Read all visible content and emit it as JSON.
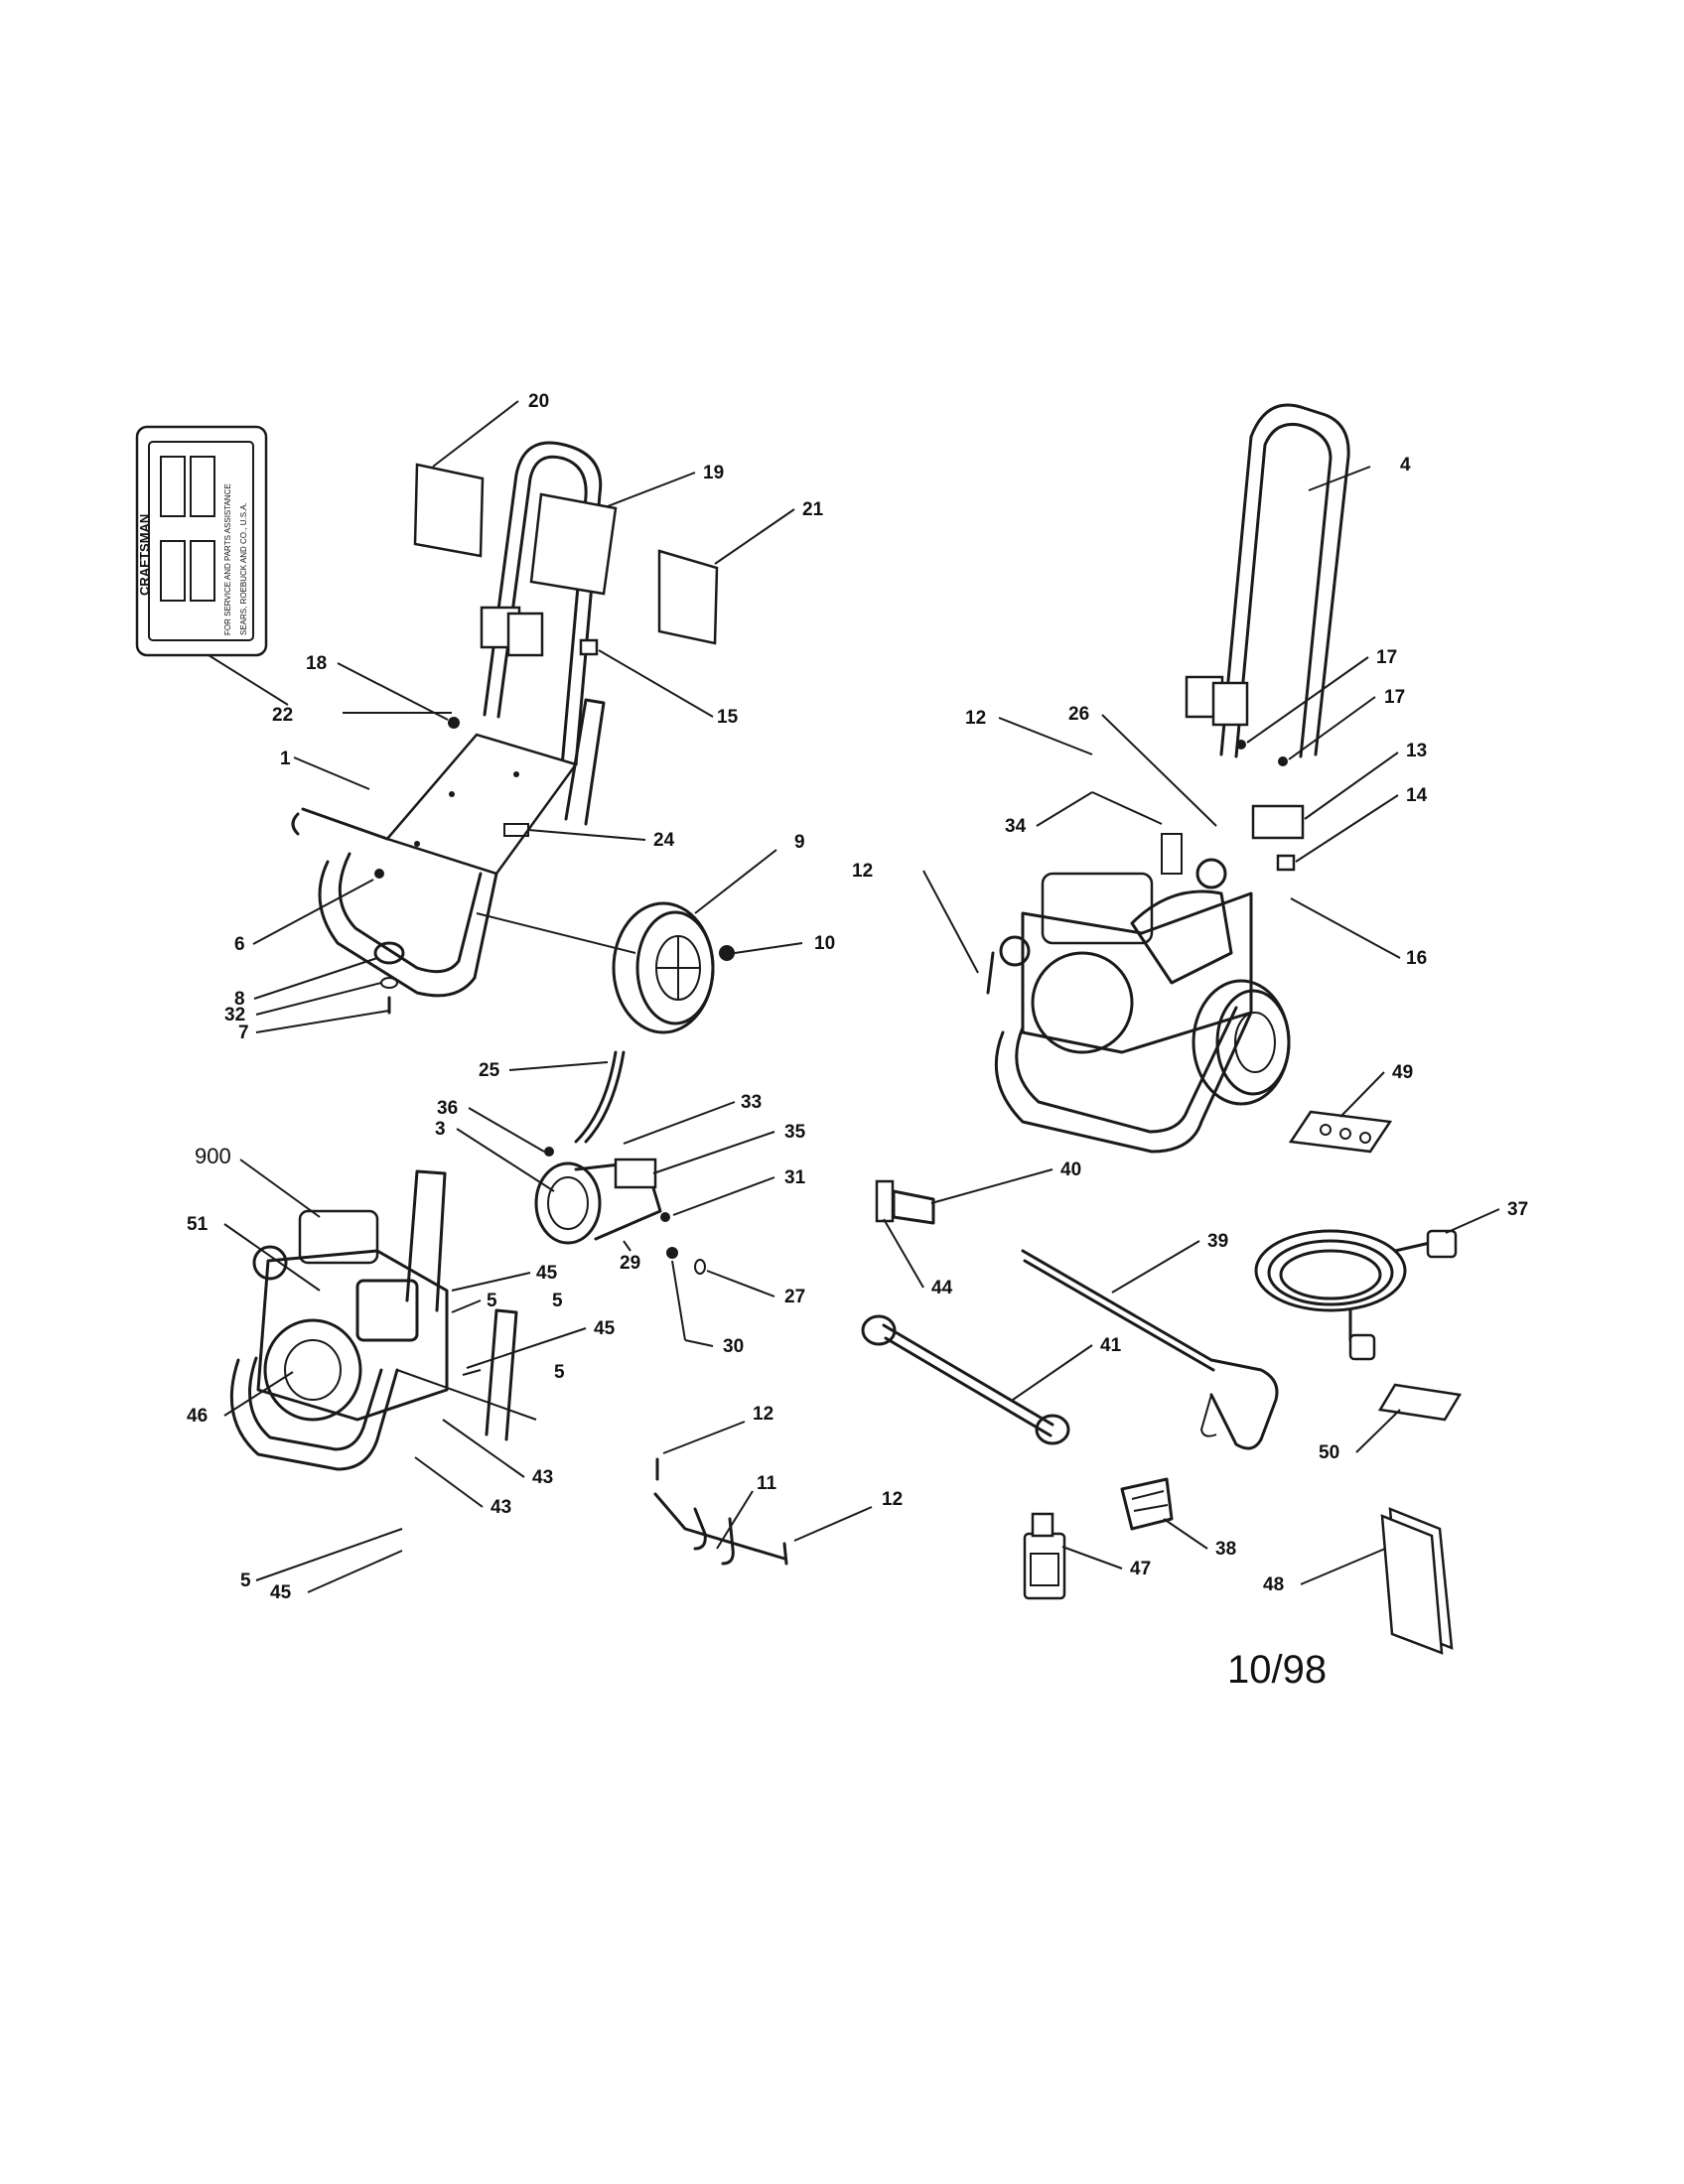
{
  "date_code": "10/98",
  "callouts": [
    {
      "label": "1"
    },
    {
      "label": "3"
    },
    {
      "label": "4"
    },
    {
      "label": "5"
    },
    {
      "label": "5"
    },
    {
      "label": "5"
    },
    {
      "label": "5"
    },
    {
      "label": "6"
    },
    {
      "label": "7"
    },
    {
      "label": "8"
    },
    {
      "label": "9"
    },
    {
      "label": "10"
    },
    {
      "label": "11"
    },
    {
      "label": "12"
    },
    {
      "label": "12"
    },
    {
      "label": "12"
    },
    {
      "label": "12"
    },
    {
      "label": "13"
    },
    {
      "label": "14"
    },
    {
      "label": "15"
    },
    {
      "label": "16"
    },
    {
      "label": "17"
    },
    {
      "label": "17"
    },
    {
      "label": "18"
    },
    {
      "label": "19"
    },
    {
      "label": "20"
    },
    {
      "label": "21"
    },
    {
      "label": "22"
    },
    {
      "label": "24"
    },
    {
      "label": "25"
    },
    {
      "label": "26"
    },
    {
      "label": "27"
    },
    {
      "label": "29"
    },
    {
      "label": "30"
    },
    {
      "label": "31"
    },
    {
      "label": "32"
    },
    {
      "label": "33"
    },
    {
      "label": "34"
    },
    {
      "label": "35"
    },
    {
      "label": "36"
    },
    {
      "label": "37"
    },
    {
      "label": "38"
    },
    {
      "label": "39"
    },
    {
      "label": "40"
    },
    {
      "label": "41"
    },
    {
      "label": "43"
    },
    {
      "label": "43"
    },
    {
      "label": "44"
    },
    {
      "label": "45"
    },
    {
      "label": "45"
    },
    {
      "label": "45"
    },
    {
      "label": "46"
    },
    {
      "label": "47"
    },
    {
      "label": "48"
    },
    {
      "label": "49"
    },
    {
      "label": "50"
    },
    {
      "label": "51"
    },
    {
      "label": "900"
    }
  ],
  "decal_22": {
    "brand": "CRAFTSMAN",
    "lines": [
      "FOR SERVICE AND PARTS ASSISTANCE",
      "SEARS, ROEBUCK AND CO., U.S.A."
    ]
  }
}
